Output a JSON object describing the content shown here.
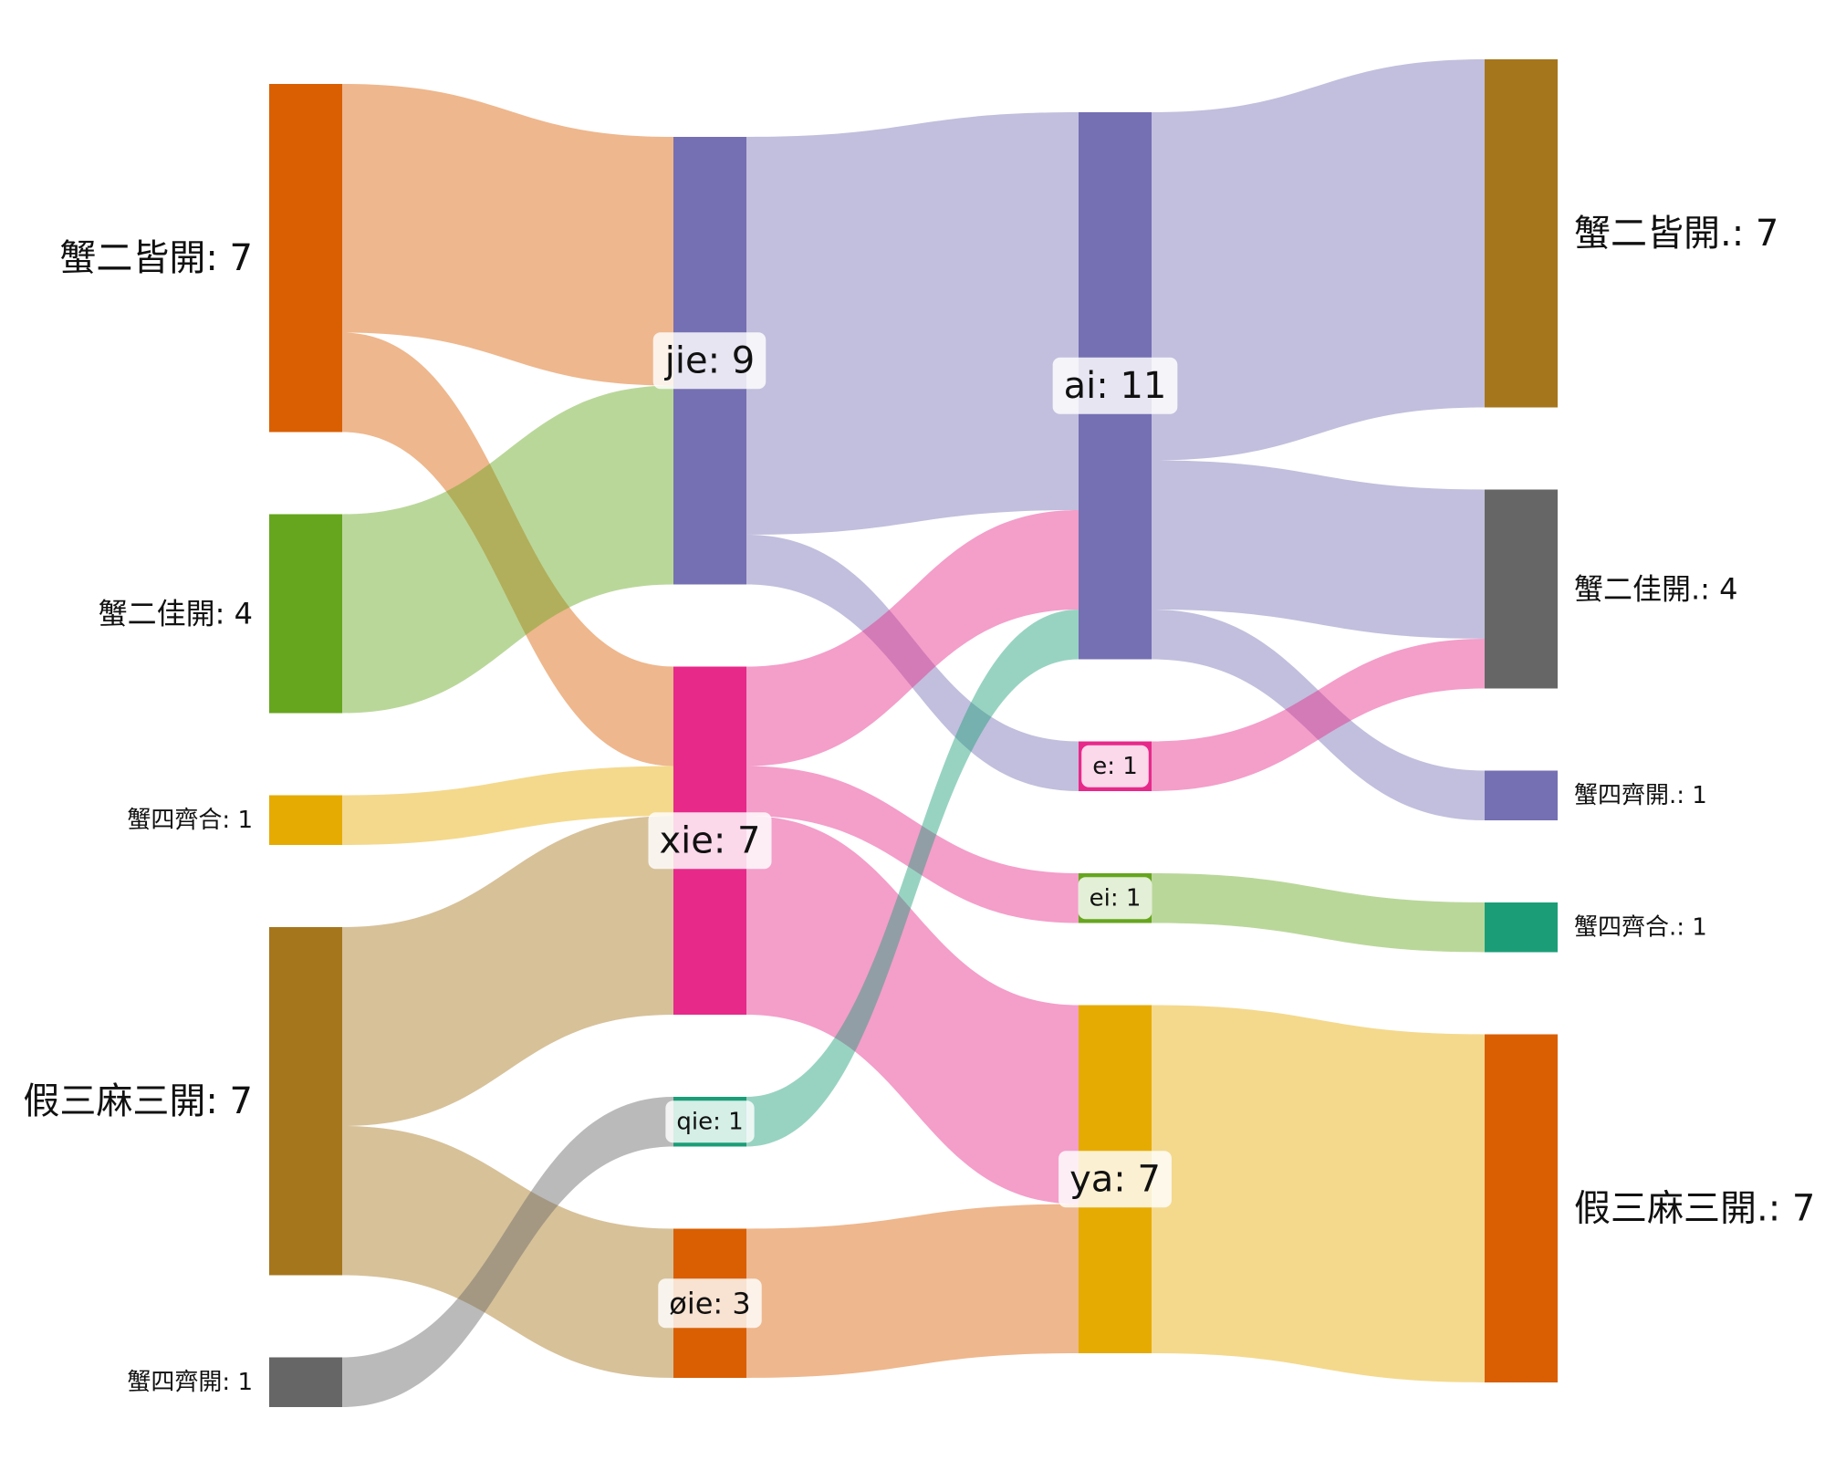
{
  "chart_data": {
    "type": "sankey",
    "title": "",
    "nodes": [
      {
        "id": "c0_xiejie",
        "label": "蟹二皆開",
        "value": 7,
        "column": 0,
        "color": "#d95f02"
      },
      {
        "id": "c0_xiejia",
        "label": "蟹二佳開",
        "value": 4,
        "column": 0,
        "color": "#66a61e"
      },
      {
        "id": "c0_xqh",
        "label": "蟹四齊合",
        "value": 1,
        "column": 0,
        "color": "#e6ab02"
      },
      {
        "id": "c0_jia",
        "label": "假三麻三開",
        "value": 7,
        "column": 0,
        "color": "#a6761d"
      },
      {
        "id": "c0_xqk",
        "label": "蟹四齊開",
        "value": 1,
        "column": 0,
        "color": "#666666"
      },
      {
        "id": "c1_jie",
        "label": "jie",
        "value": 9,
        "column": 1,
        "color": "#7570b3"
      },
      {
        "id": "c1_xie",
        "label": "xie",
        "value": 7,
        "column": 1,
        "color": "#e7298a"
      },
      {
        "id": "c1_qie",
        "label": "qie",
        "value": 1,
        "column": 1,
        "color": "#1b9e77"
      },
      {
        "id": "c1_0ie",
        "label": "øie",
        "value": 3,
        "column": 1,
        "color": "#d95f02"
      },
      {
        "id": "c2_ai",
        "label": "ai",
        "value": 11,
        "column": 2,
        "color": "#7570b3"
      },
      {
        "id": "c2_e",
        "label": "e",
        "value": 1,
        "column": 2,
        "color": "#e7298a"
      },
      {
        "id": "c2_ei",
        "label": "ei",
        "value": 1,
        "column": 2,
        "color": "#66a61e"
      },
      {
        "id": "c2_ya",
        "label": "ya",
        "value": 7,
        "column": 2,
        "color": "#e6ab02"
      },
      {
        "id": "c3_xiejie",
        "label": "蟹二皆開.",
        "value": 7,
        "column": 3,
        "color": "#a6761d"
      },
      {
        "id": "c3_xiejia",
        "label": "蟹二佳開.",
        "value": 4,
        "column": 3,
        "color": "#666666"
      },
      {
        "id": "c3_xqk",
        "label": "蟹四齊開.",
        "value": 1,
        "column": 3,
        "color": "#7570b3"
      },
      {
        "id": "c3_xqh",
        "label": "蟹四齊合.",
        "value": 1,
        "column": 3,
        "color": "#1b9e77"
      },
      {
        "id": "c3_jia",
        "label": "假三麻三開.",
        "value": 7,
        "column": 3,
        "color": "#d95f02"
      }
    ],
    "links": [
      {
        "source": "c0_xiejie",
        "target": "c1_jie",
        "value": 5
      },
      {
        "source": "c0_xiejie",
        "target": "c1_xie",
        "value": 2
      },
      {
        "source": "c0_xiejia",
        "target": "c1_jie",
        "value": 4
      },
      {
        "source": "c0_xqh",
        "target": "c1_xie",
        "value": 1
      },
      {
        "source": "c0_jia",
        "target": "c1_xie",
        "value": 4
      },
      {
        "source": "c0_jia",
        "target": "c1_0ie",
        "value": 3
      },
      {
        "source": "c0_xqk",
        "target": "c1_qie",
        "value": 1
      },
      {
        "source": "c1_jie",
        "target": "c2_ai",
        "value": 8
      },
      {
        "source": "c1_jie",
        "target": "c2_e",
        "value": 1
      },
      {
        "source": "c1_xie",
        "target": "c2_ai",
        "value": 2
      },
      {
        "source": "c1_xie",
        "target": "c2_ei",
        "value": 1
      },
      {
        "source": "c1_xie",
        "target": "c2_ya",
        "value": 4
      },
      {
        "source": "c1_qie",
        "target": "c2_ai",
        "value": 1
      },
      {
        "source": "c1_0ie",
        "target": "c2_ya",
        "value": 3
      },
      {
        "source": "c2_ai",
        "target": "c3_xiejie",
        "value": 7
      },
      {
        "source": "c2_ai",
        "target": "c3_xiejia",
        "value": 3
      },
      {
        "source": "c2_ai",
        "target": "c3_xqk",
        "value": 1
      },
      {
        "source": "c2_e",
        "target": "c3_xiejia",
        "value": 1
      },
      {
        "source": "c2_ei",
        "target": "c3_xqh",
        "value": 1
      },
      {
        "source": "c2_ya",
        "target": "c3_jia",
        "value": 7
      }
    ]
  }
}
